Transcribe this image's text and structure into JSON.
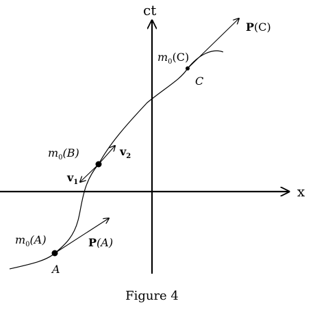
{
  "diagram": {
    "caption": "Figure 4",
    "axes": {
      "vertical_label": "ct",
      "horizontal_label": "x"
    },
    "labels": {
      "m0_prefix": "m",
      "m0_sub": "0",
      "events": {
        "A": {
          "point_label": "A",
          "mass_arg": "(A)",
          "momentum_bold": "P",
          "momentum_arg": "(A)"
        },
        "B": {
          "mass_arg": "(B)",
          "velocity_before": "v",
          "velocity_before_sub": "1",
          "velocity_after": "v",
          "velocity_after_sub": "2"
        },
        "C": {
          "point_label": "C",
          "mass_arg": "(C)",
          "momentum_bold": "P",
          "momentum_arg": "(C)"
        }
      }
    }
  }
}
